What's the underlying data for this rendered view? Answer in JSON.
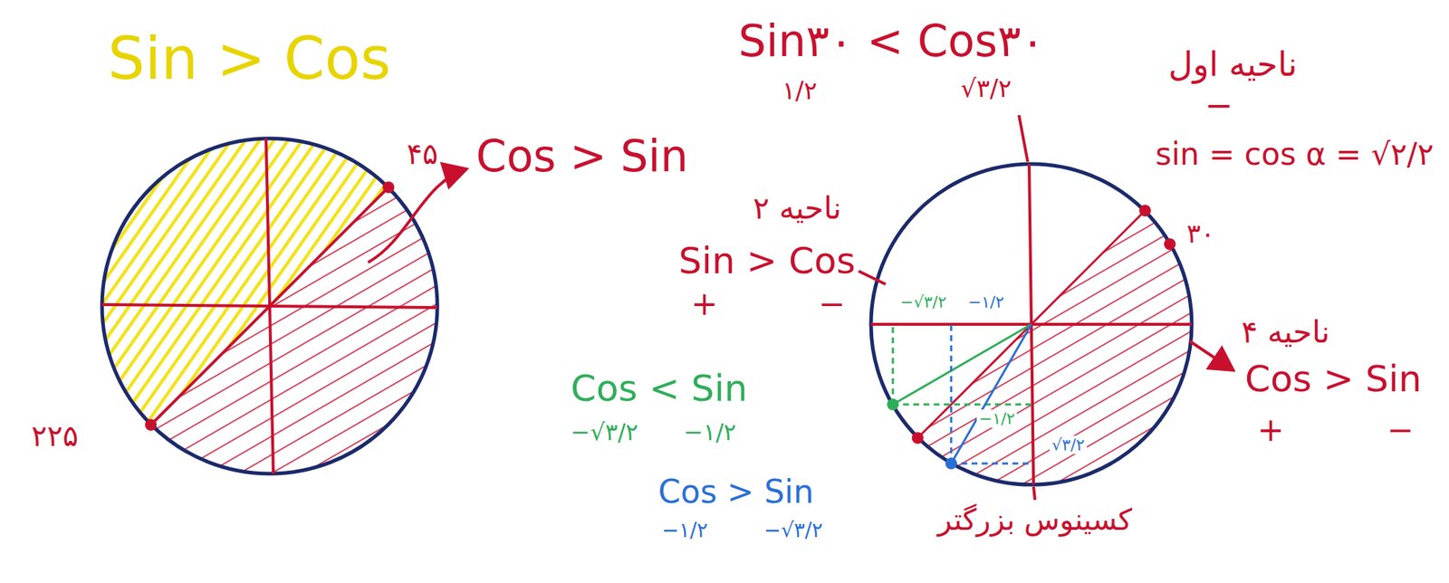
{
  "diagram": {
    "labels": [
      "Sin > Cos",
      "۴۵",
      "Cos > Sin",
      "۲۲۵",
      "Sin۳۰ < Cos۳۰",
      "۱/۲",
      "√۳/۲",
      "ناحیه اول",
      "−",
      "sin = cos α = √۲/۲",
      "۳۰",
      "ناحیه ۲",
      "Sin > Cos",
      "+",
      "−",
      "−√۳/۲",
      "−۱/۲",
      "−۱/۲",
      "√۳/۲",
      "Cos < Sin",
      "−√۳/۲",
      "−۱/۲",
      "Cos > Sin",
      "−۱/۲",
      "−√۳/۲",
      "ناحیه ۴",
      "Cos > Sin",
      "+",
      "−",
      "کسینوس بزرگتر"
    ]
  }
}
